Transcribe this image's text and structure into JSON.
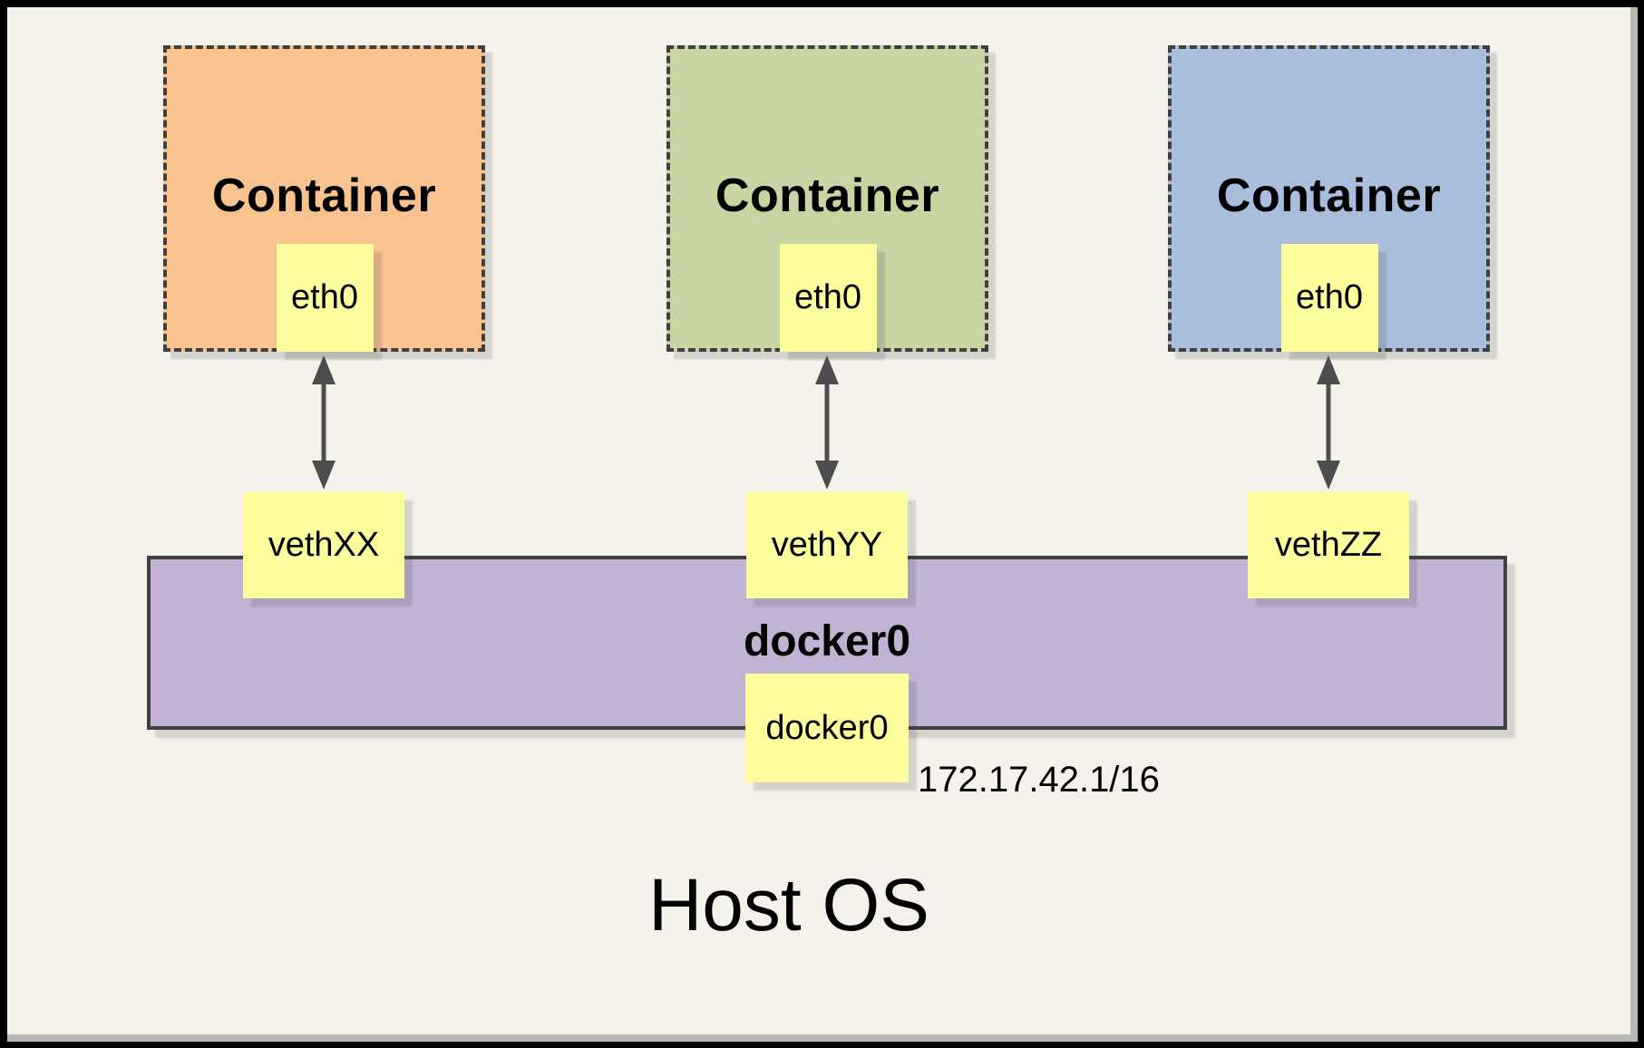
{
  "diagram": {
    "containers": [
      {
        "title": "Container",
        "fill": "#f8c38f",
        "interface": "eth0"
      },
      {
        "title": "Container",
        "fill": "#c8d5a3",
        "interface": "eth0"
      },
      {
        "title": "Container",
        "fill": "#a9bddc",
        "interface": "eth0"
      }
    ],
    "veth_interfaces": [
      {
        "label": "vethXX"
      },
      {
        "label": "vethYY"
      },
      {
        "label": "vethZZ"
      }
    ],
    "bridge": {
      "name": "docker0",
      "interface": "docker0",
      "ip_cidr": "172.17.42.1/16",
      "fill": "#c2b3d5"
    },
    "host": {
      "label": "Host OS"
    },
    "styles": {
      "interface_box_fill": "#fdfd9d",
      "dashed_border_color": "#3f3f3f",
      "bridge_border_color": "#3f3f3f",
      "arrow_color": "#4d4d4d",
      "page_background": "#f4f2eb",
      "frame_color": "#000000"
    }
  }
}
